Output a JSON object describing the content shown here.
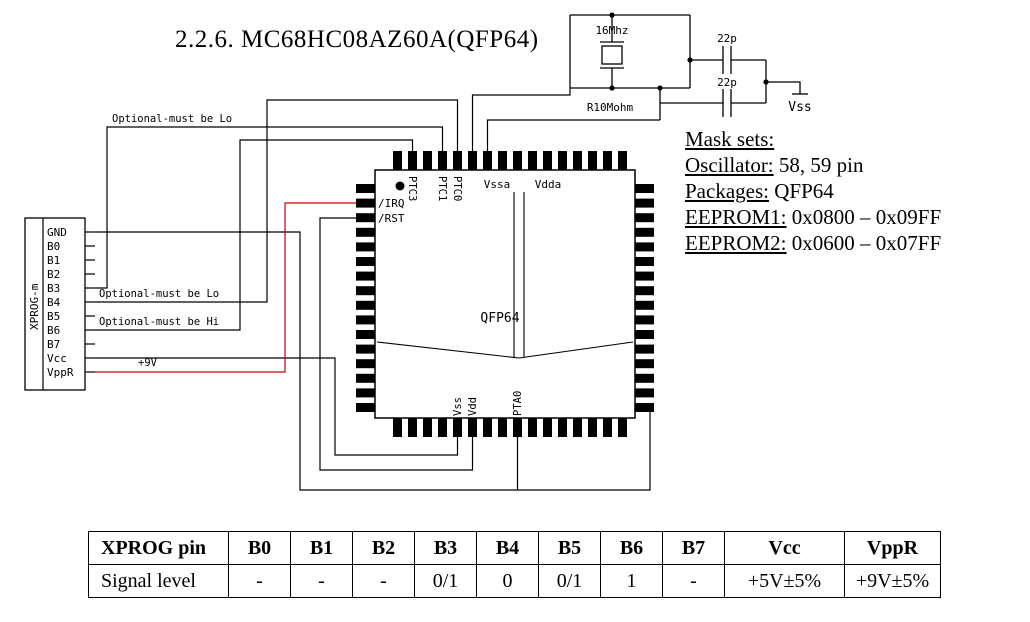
{
  "title": "2.2.6. MC68HC08AZ60A(QFP64)",
  "oscillator_circuit": {
    "crystal": "16Mhz",
    "cap_top": "22p",
    "cap_bottom": "22p",
    "resistor": "R10Mohm",
    "ground": "Vss"
  },
  "chip": {
    "center_label": "QFP64",
    "labels": {
      "ptc3": "PTC3",
      "ptc1": "PTC1",
      "ptc0": "PTC0",
      "vssa": "Vssa",
      "vdda": "Vdda",
      "irq": "/IRQ",
      "rst": "/RST",
      "vss": "Vss",
      "vdd": "Vdd",
      "pta0": "PTA0"
    }
  },
  "connector": {
    "name": "XPROG-m",
    "pins": [
      "GND",
      "B0",
      "B1",
      "B2",
      "B3",
      "B4",
      "B5",
      "B6",
      "B7",
      "Vcc",
      "VppR"
    ]
  },
  "annotations": {
    "note_top": "Optional-must be Lo",
    "note_b4": "Optional-must be Lo",
    "note_b6": "Optional-must be Hi",
    "vpp": "+9V"
  },
  "info": {
    "mask_sets": "Mask sets:",
    "oscillator_label": "Oscillator:",
    "oscillator_value": "58, 59  pin",
    "packages_label": "Packages:",
    "packages_value": "QFP64",
    "eeprom1_label": "EEPROM1:",
    "eeprom1_value": "0x0800 – 0x09FF",
    "eeprom2_label": "EEPROM2:",
    "eeprom2_value": "0x0600 – 0x07FF"
  },
  "table": {
    "headers": [
      "XPROG pin",
      "B0",
      "B1",
      "B2",
      "B3",
      "B4",
      "B5",
      "B6",
      "B7",
      "Vcc",
      "VppR"
    ],
    "rows": [
      [
        "Signal level",
        "-",
        "-",
        "-",
        "0/1",
        "0",
        "0/1",
        "1",
        "-",
        "+5V±5%",
        "+9V±5%"
      ]
    ]
  },
  "colors": {
    "wire": "#000000",
    "vpp_wire": "#cc0000"
  }
}
